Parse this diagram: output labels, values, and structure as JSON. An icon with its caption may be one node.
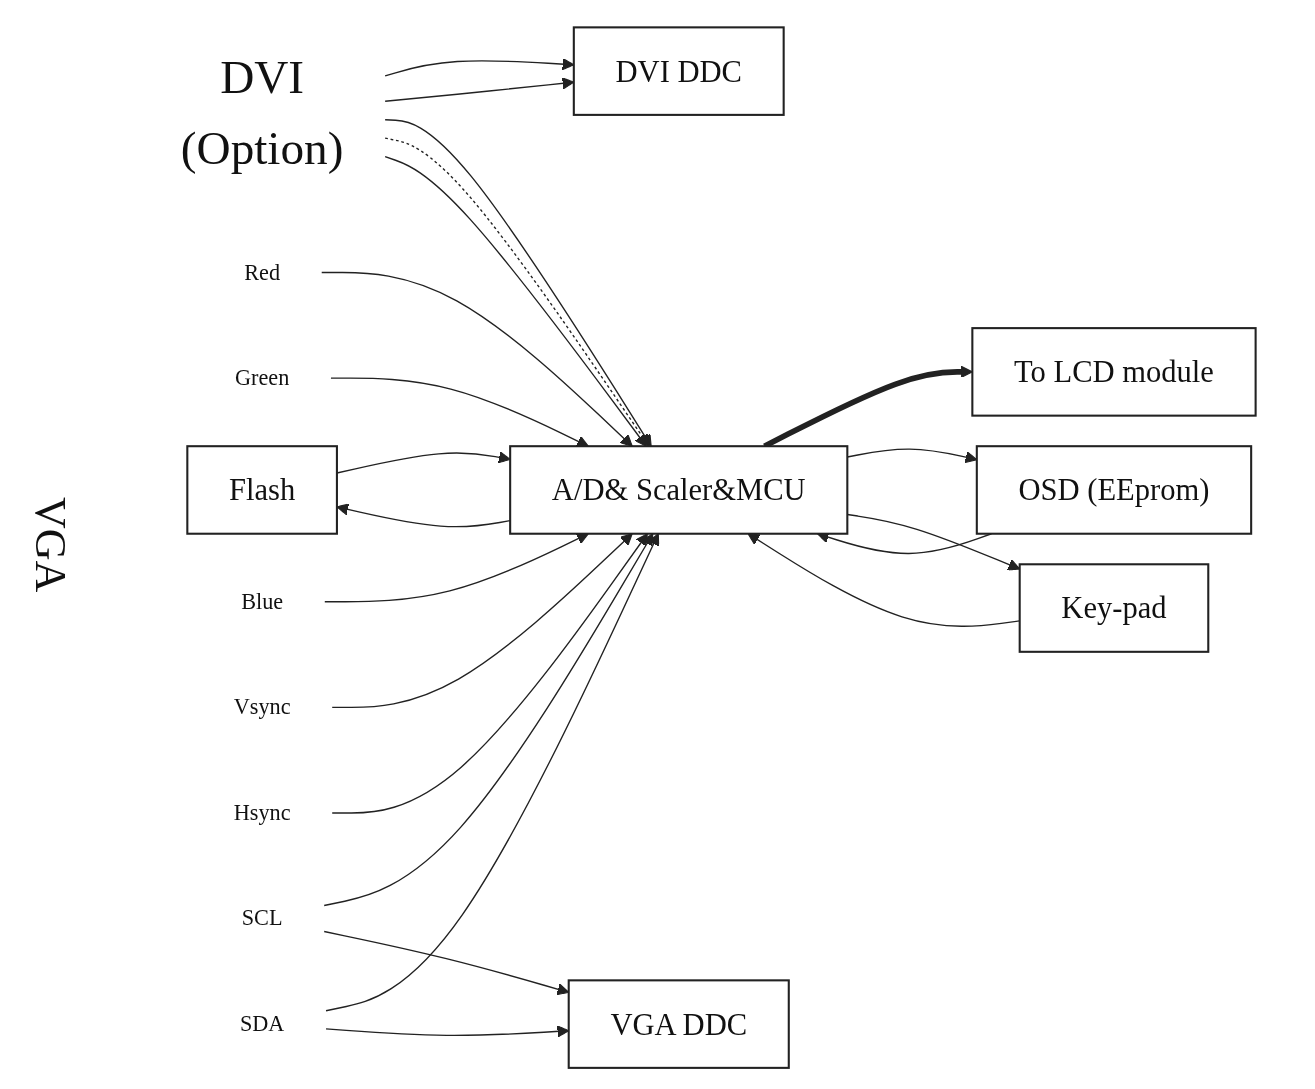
{
  "diagram": {
    "nodes": [
      {
        "text": [
          "DVI DDC"
        ]
      },
      {
        "text": [
          "Flash"
        ]
      },
      {
        "text": [
          "DVI",
          "(Option)"
        ]
      },
      {
        "text": [
          "A/D& Scaler&MCU"
        ]
      },
      {
        "text": [
          "To LCD module"
        ]
      },
      {
        "text": [
          "Red"
        ]
      },
      {
        "text": [
          "Green"
        ]
      },
      {
        "text": [
          "Blue"
        ]
      },
      {
        "text": [
          "Vsync"
        ]
      },
      {
        "text": [
          "Hsync"
        ]
      },
      {
        "text": [
          "SCL"
        ]
      },
      {
        "text": [
          "SDA"
        ]
      },
      {
        "text": [
          "OSD (EEprom)"
        ]
      },
      {
        "text": [
          "VGA DDC"
        ]
      },
      {
        "text": [
          "Key-pad"
        ]
      }
    ],
    "edges": [
      {
        "from": 2,
        "to": 0,
        "arrow": "to"
      },
      {
        "from": 2,
        "to": 0,
        "arrow": "to"
      },
      {
        "from": 3,
        "to": 1,
        "arrow": "to"
      },
      {
        "from": 1,
        "to": 3,
        "arrow": "to"
      },
      {
        "from": 2,
        "to": 3,
        "arrow": "to"
      },
      {
        "from": 2,
        "to": 3,
        "arrow": "to",
        "style": "dashed"
      },
      {
        "from": 2,
        "to": 3,
        "arrow": "to"
      },
      {
        "from": 3,
        "to": 4,
        "arrow": "to",
        "style": "thick"
      },
      {
        "from": 5,
        "to": 3,
        "arrow": "to"
      },
      {
        "from": 6,
        "to": 3,
        "arrow": "to"
      },
      {
        "from": 7,
        "to": 3,
        "arrow": "to"
      },
      {
        "from": 8,
        "to": 3,
        "arrow": "to"
      },
      {
        "from": 9,
        "to": 3,
        "arrow": "to"
      },
      {
        "from": 10,
        "to": 3,
        "arrow": "to"
      },
      {
        "from": 11,
        "to": 3,
        "arrow": "to"
      },
      {
        "from": 10,
        "to": 13,
        "arrow": "to"
      },
      {
        "from": 11,
        "to": 13,
        "arrow": "to"
      },
      {
        "from": 3,
        "to": 12,
        "arrow": "to"
      },
      {
        "from": 12,
        "to": 3,
        "arrow": "to"
      },
      {
        "from": 3,
        "to": 14,
        "arrow": "to"
      },
      {
        "from": 14,
        "to": 3,
        "arrow": "to"
      }
    ],
    "labels": [
      "VGA"
    ]
  }
}
